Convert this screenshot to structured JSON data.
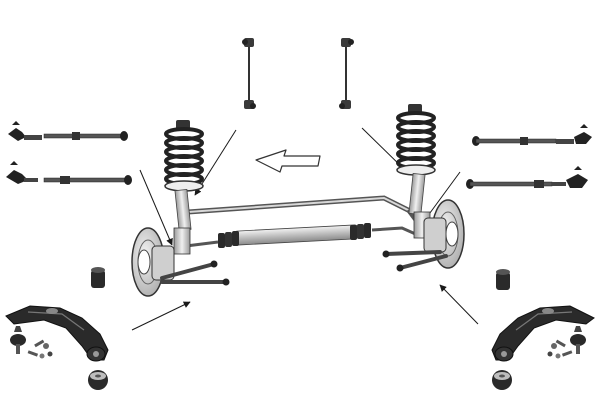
{
  "colors": {
    "background": "#ffffff",
    "part_dark": "#222222",
    "part_mid": "#6e6e6e",
    "part_light": "#d4d4d4",
    "outline": "#1a1a1a"
  },
  "diagram": {
    "parts": [
      "stabilizer-link",
      "tie-rod",
      "tie-rod-end",
      "coil-spring-strut",
      "stabilizer-bar",
      "steering-rack-boot",
      "brake-disc-hub",
      "control-arm",
      "control-arm-bushing",
      "ball-joint",
      "mounting-hardware",
      "pointer-arrow",
      "forward-direction-arrow"
    ]
  }
}
